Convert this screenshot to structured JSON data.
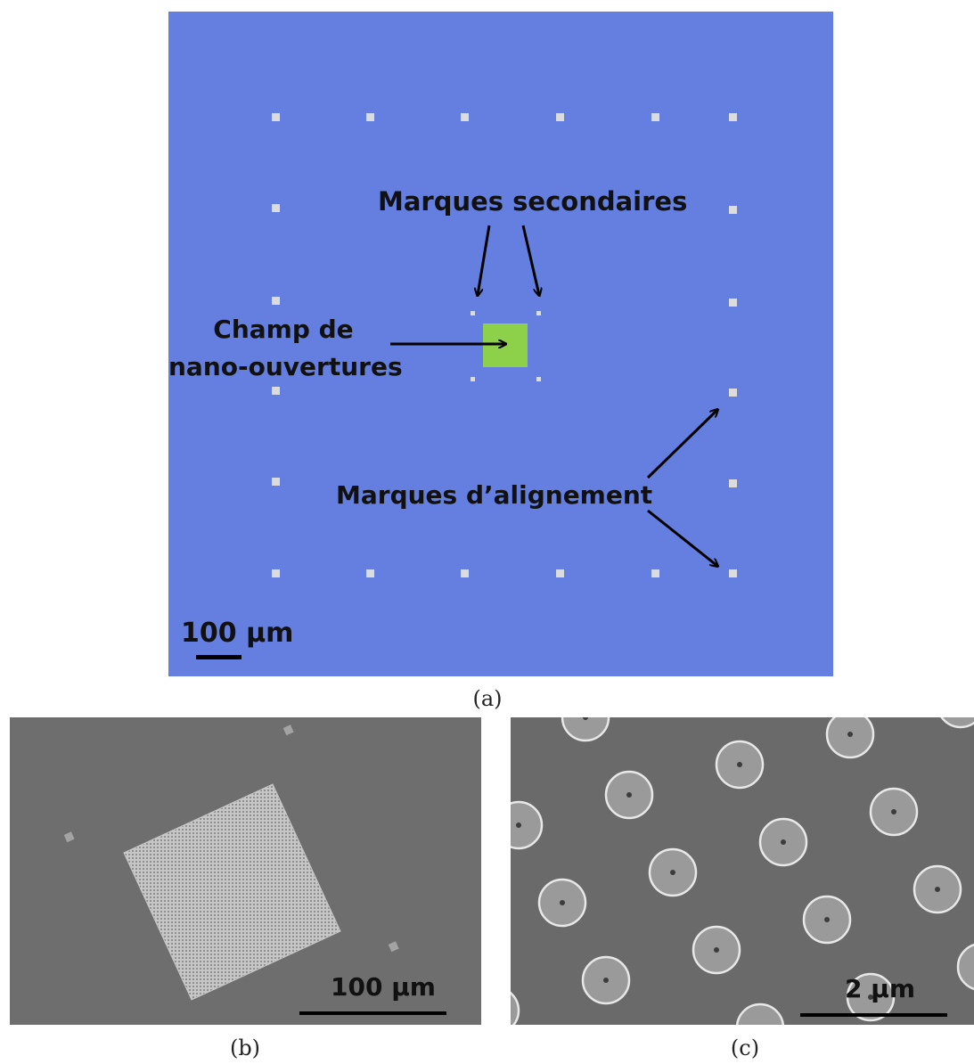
{
  "panel_a": {
    "colors": {
      "background": "#647fe0",
      "mark": "#dcdcdc",
      "field": "#8dd14b",
      "arrow": "#000000"
    },
    "label_secondary": "Marques secondaires",
    "label_field_line1": "Champ de",
    "label_field_line2": "nano-ouvertures",
    "label_alignment": "Marques d’alignement",
    "scale_label": "100 µm",
    "caption": "(a)"
  },
  "panel_b": {
    "colors": {
      "background": "#6e6e6e",
      "array": "#bdbdbd"
    },
    "scale_label": "100 µm",
    "caption": "(b)"
  },
  "panel_c": {
    "colors": {
      "background": "#6a6a6a",
      "disk": "#9a9a9a",
      "rim": "#e8e8e8",
      "hole": "#3c3c3c"
    },
    "scale_label": "2 µm",
    "caption": "(c)"
  }
}
